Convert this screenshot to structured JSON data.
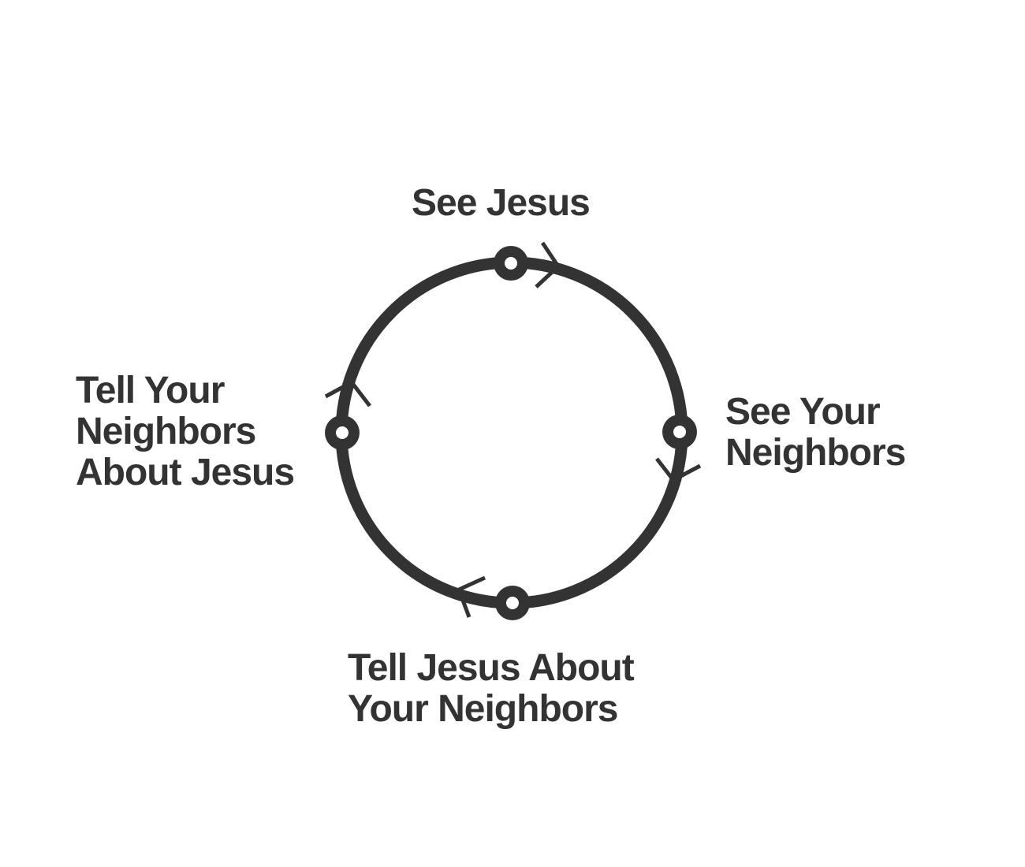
{
  "diagram": {
    "colors": {
      "ink": "#333333",
      "background": "#ffffff"
    },
    "steps": [
      {
        "name": "top",
        "lines": [
          "See Jesus"
        ]
      },
      {
        "name": "right",
        "lines": [
          "See Your",
          "Neighbors"
        ]
      },
      {
        "name": "bottom",
        "lines": [
          "Tell Jesus About",
          "Your Neighbors"
        ]
      },
      {
        "name": "left",
        "lines": [
          "Tell Your",
          "Neighbors",
          "About Jesus"
        ]
      }
    ],
    "flow_direction": "clockwise"
  }
}
